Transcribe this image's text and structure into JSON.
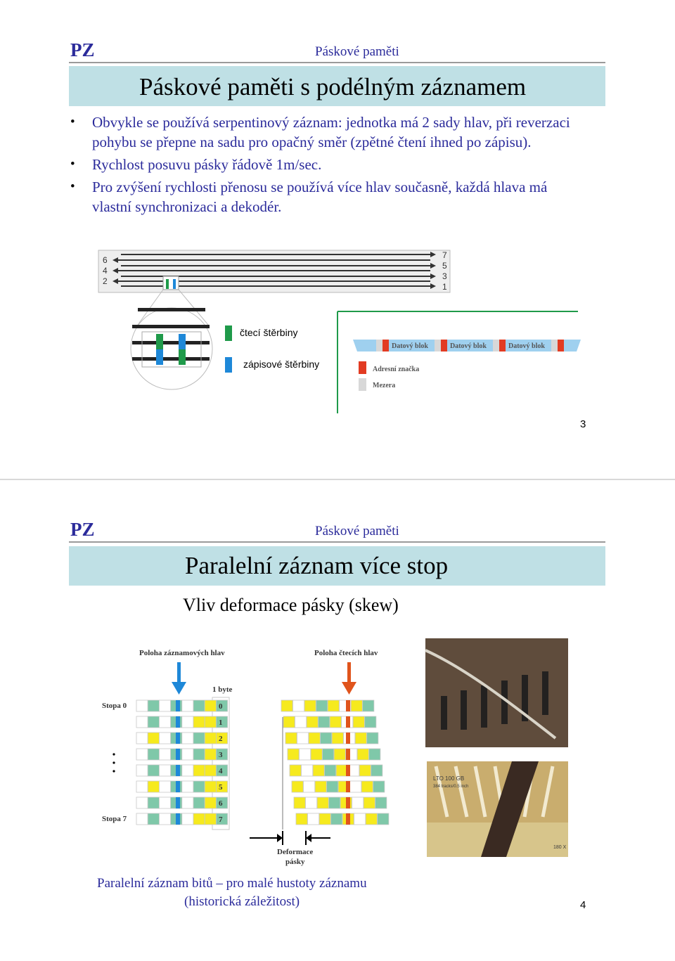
{
  "slide1": {
    "brand": "PZ",
    "section": "Páskové paměti",
    "title": "Páskové paměti s podélným záznamem",
    "bullets": [
      "Obvykle se používá serpentinový záznam: jednotka má 2 sady hlav, při reverzaci pohybu se přepne na sadu pro opačný směr (zpětné čtení ihned po zápisu).",
      "Rychlost posuvu pásky řádově 1m/sec.",
      "Pro zvýšení rychlosti přenosu se používá více hlav současně, každá hlava má vlastní synchronizaci a dekodér."
    ],
    "diagram": {
      "left_tracks": [
        "6",
        "4",
        "2"
      ],
      "right_tracks": [
        "7",
        "5",
        "3",
        "1"
      ],
      "legend_read": "čtecí štěrbiny",
      "legend_write": "zápisové štěrbiny",
      "data_blocks": [
        "Datový blok",
        "Datový blok",
        "Datový blok"
      ],
      "legend_address": "Adresní značka",
      "legend_gap": "Mezera",
      "colors": {
        "read": "#1f9a4a",
        "write": "#1e88d8",
        "address": "#e23b22",
        "tape": "#9fd0ef",
        "gap": "#d8d8d8"
      }
    },
    "page_number": "3"
  },
  "slide2": {
    "brand": "PZ",
    "section": "Páskové paměti",
    "title": "Paralelní záznam více stop",
    "subtitle": "Vliv deformace pásky (skew)",
    "diagram": {
      "write_heads_label": "Poloha záznamových hlav",
      "read_heads_label": "Poloha čtecích hlav",
      "byte_label": "1 byte",
      "track_first": "Stopa 0",
      "track_last": "Stopa 7",
      "row_numbers": [
        "0",
        "1",
        "2",
        "3",
        "4",
        "5",
        "6",
        "7"
      ],
      "deformation_label_1": "Deformace",
      "deformation_label_2": "pásky",
      "colors": {
        "cell_a": "#f6ea1e",
        "cell_b": "#7fc8a9",
        "write_head": "#1e88d8",
        "read_head": "#e0541c"
      }
    },
    "photo_labels": {
      "model": "LTO 100 GB",
      "tracks": "384 tracks/0.5 inch",
      "zoom": "180 X"
    },
    "caption_line1": "Paralelní záznam bitů – pro malé hustoty záznamu",
    "caption_line2": "(historická záležitost)",
    "page_number": "4"
  }
}
